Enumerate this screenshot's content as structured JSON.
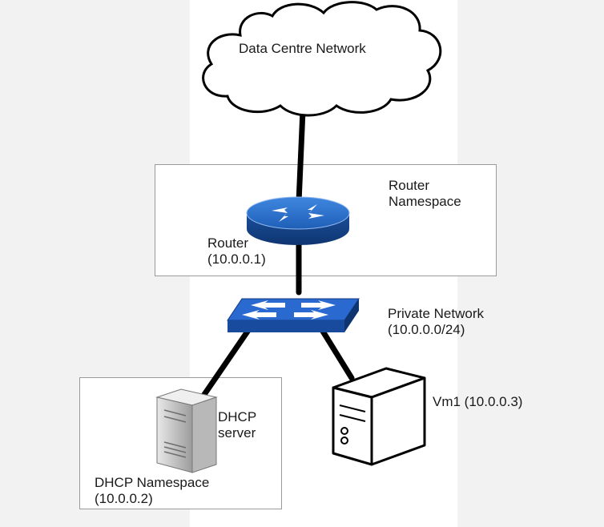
{
  "labels": {
    "cloud": "Data Centre Network",
    "router_namespace_line1": "Router",
    "router_namespace_line2": "Namespace",
    "router_line1": "Router",
    "router_line2": "(10.0.0.1)",
    "private_network_line1": "Private Network",
    "private_network_line2": "(10.0.0.0/24)",
    "vm": "Vm1 (10.0.0.3)",
    "dhcp_server_line1": "DHCP",
    "dhcp_server_line2": "server",
    "dhcp_namespace_line1": "DHCP Namespace",
    "dhcp_namespace_line2": "(10.0.0.2)"
  },
  "colors": {
    "router_blue": "#1f5fb8",
    "switch_blue": "#2a6ad0",
    "server_gray": "#c9c9c9",
    "link_black": "#000000"
  },
  "icons": [
    "cloud-icon",
    "router-icon",
    "switch-icon",
    "dhcp-server-icon",
    "vm-computer-icon"
  ]
}
